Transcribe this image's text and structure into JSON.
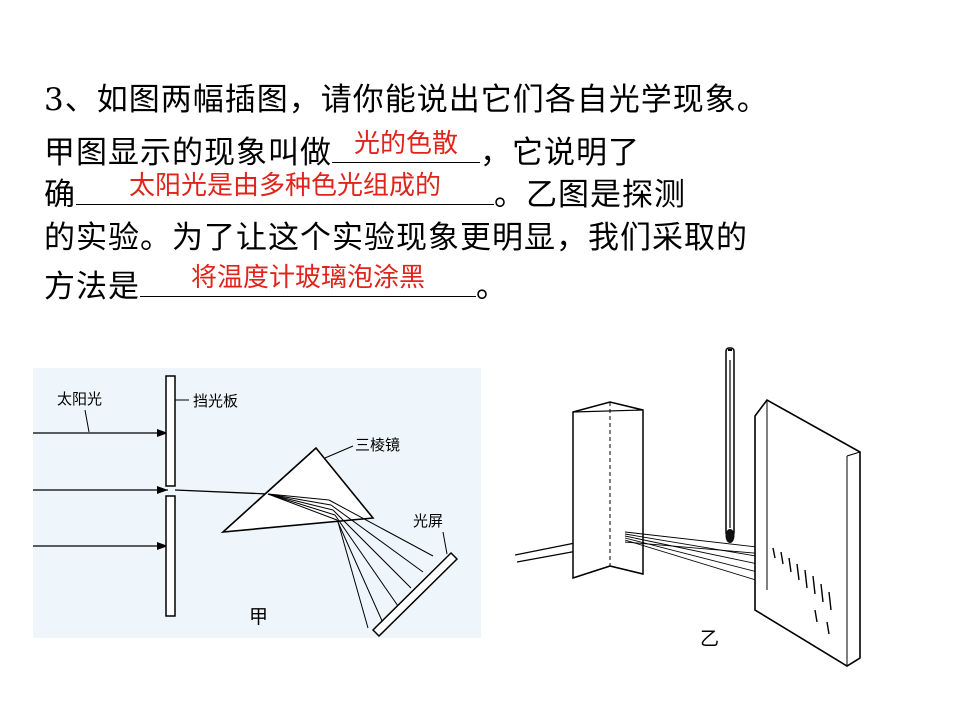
{
  "question": {
    "line1": "3、如图两幅插图，请你能说出它们各自光学现象。",
    "line2_pre": "甲图显示的现象叫做",
    "line2_post": "，它说明了",
    "line3_pre": "确",
    "line3_post": "。乙图是探测",
    "line4": "的实验。为了让这个实验现象更明显，我们采取的",
    "line5_pre": "方法是",
    "line5_post": "。"
  },
  "answers": {
    "a1": "光的色散",
    "a2": "太阳光是由多种色光组成的",
    "a3": "将温度计玻璃泡涂黑"
  },
  "figure_jia": {
    "label_sunlight": "太阳光",
    "label_board": "挡光板",
    "label_prism": "三棱镜",
    "label_screen": "光屏",
    "caption": "甲"
  },
  "figure_yi": {
    "caption": "乙"
  },
  "colors": {
    "answer": "#e0241b",
    "figure_bg": "#eef6fb"
  }
}
